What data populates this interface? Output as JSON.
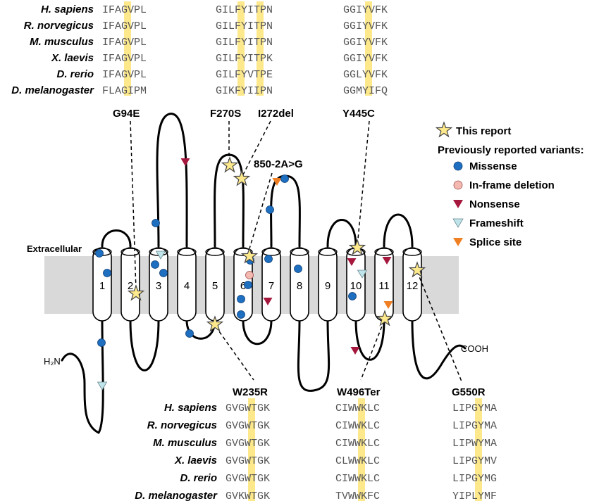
{
  "top_alignment": {
    "species": [
      "H. sapiens",
      "R. norvegicus",
      "M. musculus",
      "X. laevis",
      "D. rerio",
      "D. melanogaster"
    ],
    "blocks": [
      {
        "name": "block-g94",
        "sequences": [
          "IFAGVPL",
          "IFAGVPL",
          "IFAGVPL",
          "IFAGVPL",
          "IFAGVPL",
          "FLAGIPM"
        ]
      },
      {
        "name": "block-f270",
        "sequences": [
          "GILFYITPN",
          "GILFYITPN",
          "GILFYITPN",
          "GILFYITPK",
          "GILFYVTPE",
          "GIKFYIIPN"
        ]
      },
      {
        "name": "block-y445",
        "sequences": [
          "GGIYVFK",
          "GGIYVFK",
          "GGIYVFK",
          "GGIYVFK",
          "GGLYVFK",
          "GGMYIFQ"
        ]
      }
    ]
  },
  "bottom_alignment": {
    "species": [
      "H. sapiens",
      "R. norvegicus",
      "M. musculus",
      "X. laevis",
      "D. rerio",
      "D. melanogaster"
    ],
    "blocks": [
      {
        "name": "block-w235",
        "sequences": [
          "GVGWTGK",
          "GVGWTGK",
          "GVGWTGK",
          "GVGWTGK",
          "GVGWTGK",
          "GVKWTGK"
        ]
      },
      {
        "name": "block-w496",
        "sequences": [
          "CIWWKLC",
          "CIWWKLC",
          "CIWWKLC",
          "CLWWKLC",
          "CIWWKLC",
          "TVWWKFC"
        ]
      },
      {
        "name": "block-g550",
        "sequences": [
          "LIPGYMA",
          "LIPGYMA",
          "LIPWYMA",
          "LIPGYMV",
          "LIPGYMG",
          "YIPLYMF"
        ]
      }
    ]
  },
  "mutations": {
    "g94e": "G94E",
    "f270s": "F270S",
    "i272del": "I272del",
    "y445c": "Y445C",
    "splice": "850-2A>G",
    "w235r": "W235R",
    "w496ter": "W496Ter",
    "g550r": "G550R"
  },
  "topology": {
    "extracellular": "Extracellular",
    "n_term": "H₂N",
    "c_term": "COOH",
    "helices": [
      "1",
      "2",
      "3",
      "4",
      "5",
      "6",
      "7",
      "8",
      "9",
      "10",
      "11",
      "12"
    ]
  },
  "legend": {
    "this_report": "This report",
    "previously": "Previously reported variants:",
    "items": [
      {
        "label": "Missense",
        "icon": "blue-circle-icon",
        "color": "#1f6fc0"
      },
      {
        "label": "In-frame deletion",
        "icon": "pink-circle-icon",
        "color": "#f3b8b0"
      },
      {
        "label": "Nonsense",
        "icon": "red-triangle-icon",
        "color": "#a5173d"
      },
      {
        "label": "Frameshift",
        "icon": "light-blue-triangle-icon",
        "color": "#bfe4ea"
      },
      {
        "label": "Splice site",
        "icon": "orange-triangle-icon",
        "color": "#ef7f22"
      }
    ],
    "star_color": "#fde98c"
  }
}
